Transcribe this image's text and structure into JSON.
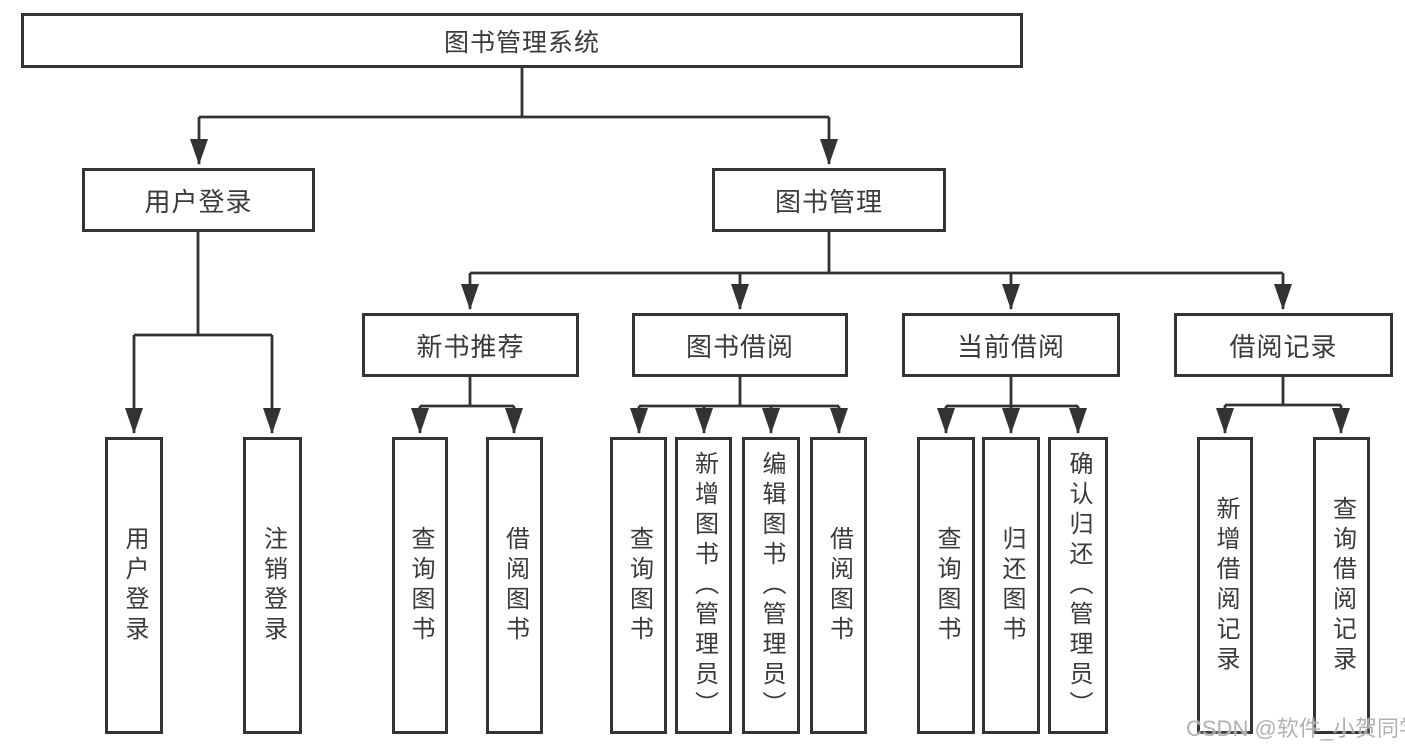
{
  "diagram": {
    "root": {
      "label": "图书管理系统"
    },
    "branches": [
      {
        "label": "用户登录",
        "children": [
          "用户登录",
          "注销登录"
        ]
      },
      {
        "label": "图书管理",
        "children": [
          {
            "label": "新书推荐",
            "children": [
              "查询图书",
              "借阅图书"
            ]
          },
          {
            "label": "图书借阅",
            "children": [
              "查询图书",
              "新增图书（管理员）",
              "编辑图书（管理员）",
              "借阅图书"
            ]
          },
          {
            "label": "当前借阅",
            "children": [
              "查询图书",
              "归还图书",
              "确认归还（管理员）"
            ]
          },
          {
            "label": "借阅记录",
            "children": [
              "新增借阅记录",
              "查询借阅记录"
            ]
          }
        ]
      }
    ]
  },
  "colors": {
    "line": "#333333",
    "border": "#333333",
    "text": "#3a3a3a",
    "watermark": "#aaaaaa"
  },
  "watermark": {
    "text": "CSDN @软件_小贺同学"
  }
}
